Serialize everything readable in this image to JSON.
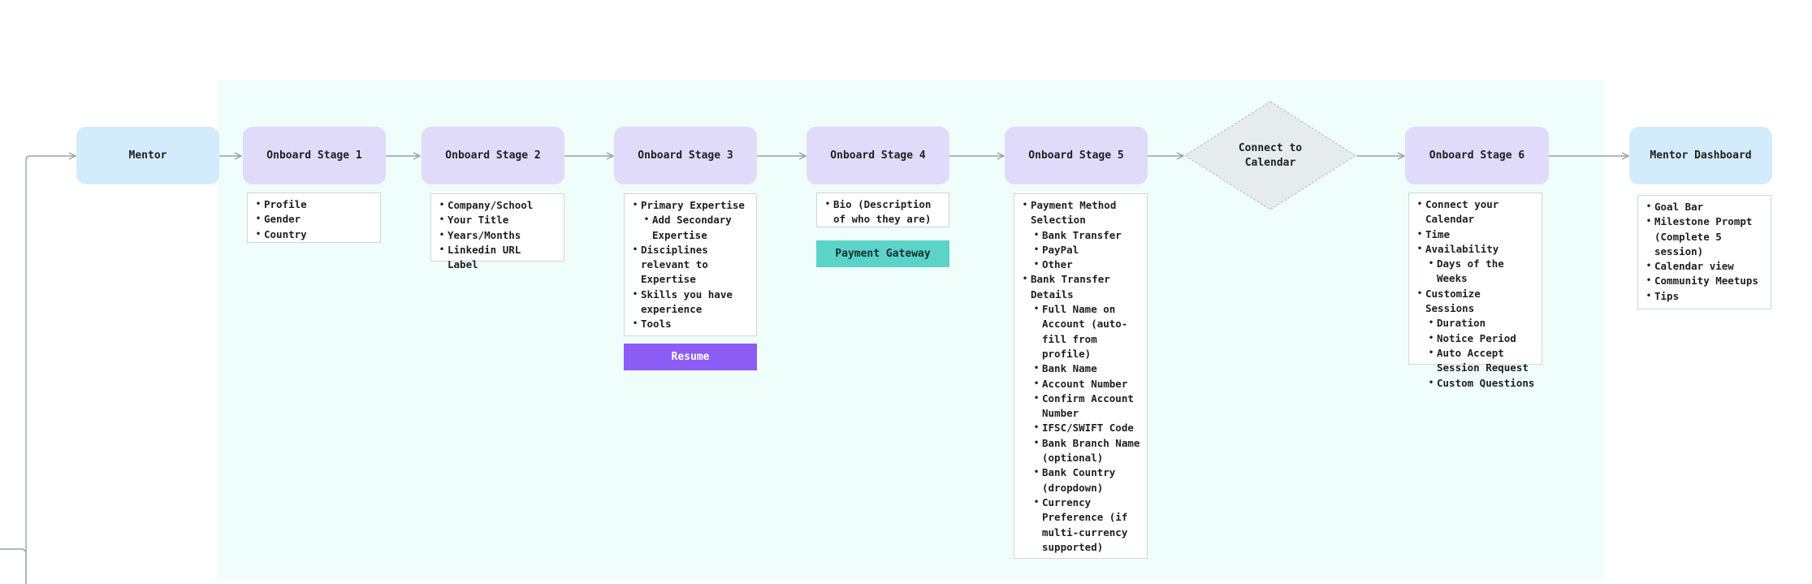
{
  "colors": {
    "region": "#effdfb",
    "blue_node": "#d3ecfb",
    "purple_node": "#e0dbfa",
    "resume_button": "#8b5cf6",
    "payment_button": "#5cd3c9",
    "connector": "#9aa0a6"
  },
  "nodes": {
    "mentor": "Mentor",
    "stage1": "Onboard Stage 1",
    "stage2": "Onboard Stage 2",
    "stage3": "Onboard Stage 3",
    "stage4": "Onboard Stage 4",
    "stage5": "Onboard Stage 5",
    "calendar": "Connect to\nCalendar",
    "stage6": "Onboard Stage 6",
    "dashboard": "Mentor Dashboard"
  },
  "stage1_items": [
    "Profile",
    "Gender",
    "Country"
  ],
  "stage2_items": [
    "Company/School",
    "Your Title",
    "Years/Months",
    "Linkedin URL Label"
  ],
  "stage3_items": [
    "Primary Expertise",
    "Add Secondary Expertise",
    "Disciplines relevant to Expertise",
    "Skills you have experience",
    "Tools"
  ],
  "stage3_button": "Resume",
  "stage4_items": [
    "Bio (Description of who they are)"
  ],
  "stage4_button": "Payment Gateway",
  "stage5_items": [
    "Payment Method Selection",
    "Bank Transfer",
    "PayPal",
    "Other",
    "Bank Transfer Details",
    "Full Name on Account (auto-fill from profile)",
    "Bank Name",
    "Account Number",
    "Confirm Account Number",
    "IFSC/SWIFT Code",
    "Bank Branch Name (optional)",
    "Bank Country (dropdown)",
    "Currency Preference (if multi-currency supported)"
  ],
  "stage6_items": [
    "Connect your Calendar",
    "Time",
    "Availability",
    "Days of the Weeks",
    "Customize Sessions",
    "Duration",
    "Notice Period",
    "Auto Accept Session Request",
    "Custom Questions"
  ],
  "dashboard_items": [
    "Goal Bar",
    "Milestone Prompt (Complete 5 session)",
    "Calendar view",
    "Community Meetups",
    "Tips"
  ]
}
